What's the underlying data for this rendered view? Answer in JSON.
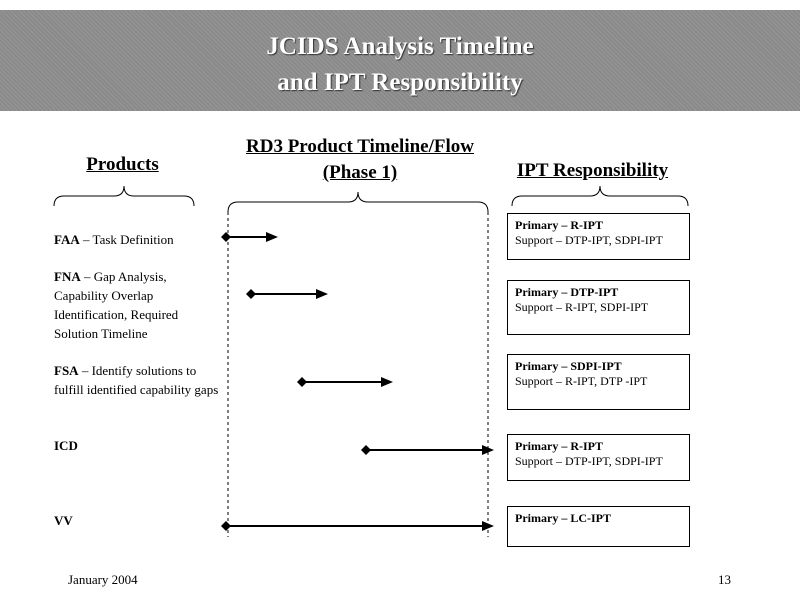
{
  "title": {
    "line1": "JCIDS Analysis  Timeline",
    "line2": "and IPT Responsibility"
  },
  "columns": {
    "products": "Products",
    "timeline_line1": "RD3 Product Timeline/Flow",
    "timeline_line2": "(Phase 1)",
    "ipt": "IPT Responsibility"
  },
  "rows": [
    {
      "code": "FAA",
      "desc": " – Task Definition",
      "primary": "Primary – R-IPT",
      "support": "Support – DTP-IPT, SDPI-IPT"
    },
    {
      "code": "FNA",
      "desc": " – Gap Analysis, Capability Overlap Identification, Required Solution Timeline",
      "primary": "Primary – DTP-IPT",
      "support": "Support – R-IPT, SDPI-IPT"
    },
    {
      "code": "FSA",
      "desc": " – Identify solutions to fulfill identified capability gaps",
      "primary": "Primary – SDPI-IPT",
      "support": "Support – R-IPT, DTP -IPT"
    },
    {
      "code": "ICD",
      "desc": "",
      "primary": "Primary – R-IPT",
      "support": "Support – DTP-IPT, SDPI-IPT"
    },
    {
      "code": "VV",
      "desc": "",
      "primary": "Primary – LC-IPT",
      "support": ""
    }
  ],
  "footer": {
    "date": "January 2004",
    "page": "13"
  }
}
